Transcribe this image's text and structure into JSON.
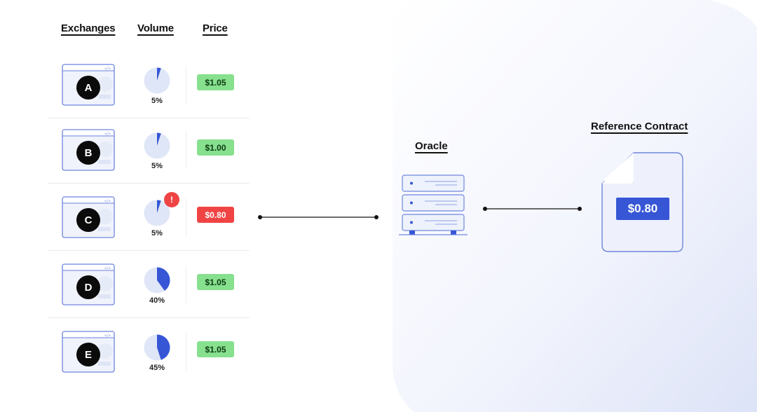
{
  "headers": {
    "exchanges": "Exchanges",
    "volume": "Volume",
    "price": "Price"
  },
  "exchanges": [
    {
      "letter": "A",
      "volume_pct": 5,
      "volume_label": "5%",
      "price": "$1.05",
      "outlier": false
    },
    {
      "letter": "B",
      "volume_pct": 5,
      "volume_label": "5%",
      "price": "$1.00",
      "outlier": false
    },
    {
      "letter": "C",
      "volume_pct": 5,
      "volume_label": "5%",
      "price": "$0.80",
      "outlier": true,
      "alert_symbol": "!"
    },
    {
      "letter": "D",
      "volume_pct": 40,
      "volume_label": "40%",
      "price": "$1.05",
      "outlier": false
    },
    {
      "letter": "E",
      "volume_pct": 45,
      "volume_label": "45%",
      "price": "$1.05",
      "outlier": false
    }
  ],
  "oracle": {
    "label": "Oracle"
  },
  "reference_contract": {
    "label": "Reference Contract",
    "value": "$0.80"
  },
  "colors": {
    "accent_blue": "#3656d6",
    "pie_bg": "#dfe6f7",
    "price_ok": "#86e08e",
    "price_alert": "#f04444",
    "window_stroke": "#6f86dd",
    "window_fill": "#f0f3fc"
  },
  "icons": {
    "window": "browser-window-icon",
    "server": "server-rack-icon",
    "document": "document-icon"
  }
}
